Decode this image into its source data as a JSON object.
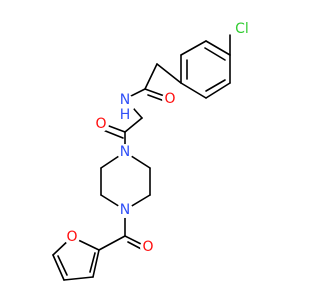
{
  "molecule": {
    "atoms": [
      {
        "id": "cl",
        "label": "Cl",
        "color": "#33cc33"
      },
      {
        "id": "nh",
        "label": "N",
        "label_sub": "H",
        "color": "#3050f8"
      },
      {
        "id": "o_amide",
        "label": "O",
        "color": "#ff0d0d"
      },
      {
        "id": "o_ketone",
        "label": "O",
        "color": "#ff0d0d"
      },
      {
        "id": "n1",
        "label": "N",
        "color": "#3050f8"
      },
      {
        "id": "n2",
        "label": "N",
        "color": "#3050f8"
      },
      {
        "id": "o_carbonyl",
        "label": "O",
        "color": "#ff0d0d"
      },
      {
        "id": "o_furan",
        "label": "O",
        "color": "#ff0d0d"
      }
    ]
  }
}
